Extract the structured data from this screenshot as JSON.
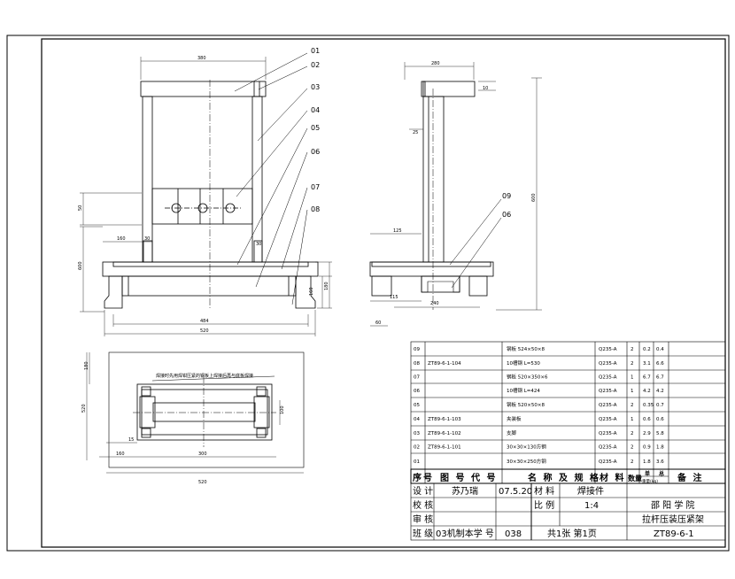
{
  "drawing": {
    "front_view": {
      "dims": {
        "top_width": "380",
        "height_mid": "50",
        "left_offset": "160",
        "col_w": "30",
        "inner_w": "30",
        "total_h": "600",
        "inner_base": "484",
        "base_w": "520",
        "right_h1": "160",
        "right_h2": "180"
      }
    },
    "side_view": {
      "dims": {
        "top": "280",
        "corner": "10",
        "web": "25",
        "h1": "125",
        "h2": "115",
        "channel": "240",
        "base": "60",
        "total_h": "600"
      }
    },
    "top_view": {
      "note": "焊接时先用焊钳压紧的钢板上焊接后再与底板焊接",
      "dims": {
        "total_h": "520",
        "upper": "180",
        "right_h": "100",
        "left_off": "160",
        "inner_w": "300",
        "small": "15",
        "base_w": "520"
      }
    },
    "leaders": [
      "01",
      "02",
      "03",
      "04",
      "05",
      "06",
      "07",
      "08",
      "09",
      "06"
    ]
  },
  "bom": {
    "header": [
      "序号",
      "图 号 代 号",
      "名 称 及 规 格",
      "材 料",
      "数量",
      "单 总\n重量(kg)",
      "备 注"
    ],
    "unit_label": "单",
    "total_label": "总",
    "weight_label": "重量(kg)",
    "rows": [
      {
        "no": "09",
        "code": "",
        "name": "钢板 524×50×8",
        "mat": "Q235-A",
        "qty": "2",
        "unit": "0.2",
        "total": "0.4"
      },
      {
        "no": "08",
        "code": "ZT89-6-1-104",
        "name": "10槽钢 L=530",
        "mat": "Q235-A",
        "qty": "2",
        "unit": "3.1",
        "total": "6.6"
      },
      {
        "no": "07",
        "code": "",
        "name": "钢板 520×350×6",
        "mat": "Q235-A",
        "qty": "1",
        "unit": "6.7",
        "total": "6.7"
      },
      {
        "no": "06",
        "code": "",
        "name": "10槽钢 L=424",
        "mat": "Q235-A",
        "qty": "1",
        "unit": "4.2",
        "total": "4.2"
      },
      {
        "no": "05",
        "code": "",
        "name": "钢板 520×50×8",
        "mat": "Q235-A",
        "qty": "2",
        "unit": "0.35",
        "total": "0.7"
      },
      {
        "no": "04",
        "code": "ZT89-6-1-103",
        "name": "夹装板",
        "mat": "Q235-A",
        "qty": "1",
        "unit": "0.6",
        "total": "0.6"
      },
      {
        "no": "03",
        "code": "ZT89-6-1-102",
        "name": "支脚",
        "mat": "Q235-A",
        "qty": "2",
        "unit": "2.9",
        "total": "5.8"
      },
      {
        "no": "02",
        "code": "ZT89-6-1-101",
        "name": "30×30×130方钢",
        "mat": "Q235-A",
        "qty": "2",
        "unit": "0.9",
        "total": "1.8"
      },
      {
        "no": "01",
        "code": "",
        "name": "30×30×250方钢",
        "mat": "Q235-A",
        "qty": "2",
        "unit": "1.8",
        "total": "3.6"
      }
    ]
  },
  "title_block": {
    "design_label": "设 计",
    "designer": "苏乃瑞",
    "date": "07.5.20",
    "check_label": "校 核",
    "review_label": "审 核",
    "class_label": "班 级",
    "class_value": "03机制本学 号",
    "student_no": "038",
    "material_label": "材 料",
    "material": "焊接件",
    "scale_label": "比 例",
    "scale": "1:4",
    "sheets": "共1张 第1页",
    "school": "邵 阳 学 院",
    "drawing_name": "拉杆压装压紧架",
    "drawing_no": "ZT89-6-1"
  }
}
